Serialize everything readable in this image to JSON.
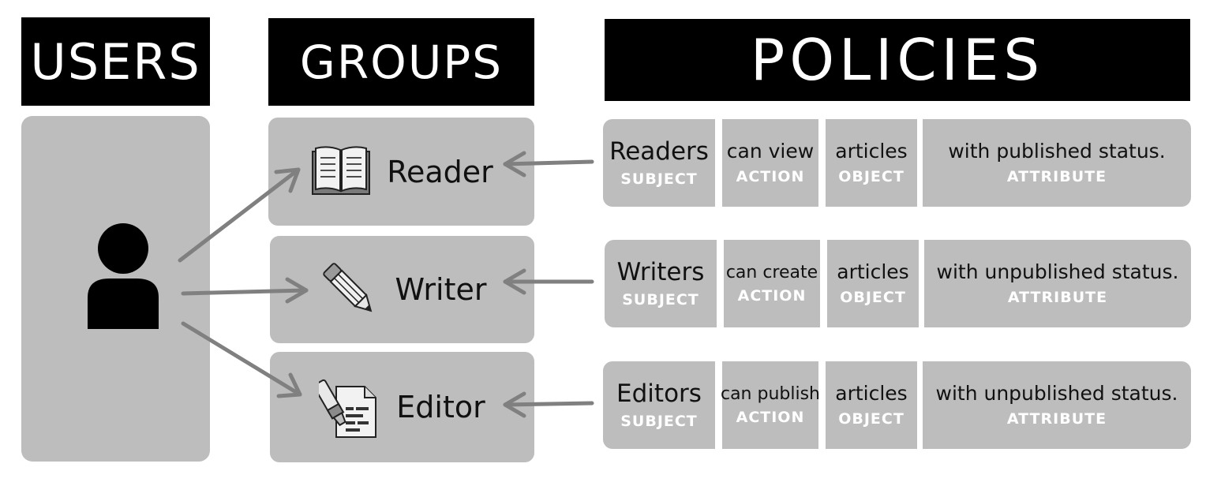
{
  "headers": {
    "users": "USERS",
    "groups": "GROUPS",
    "policies": "POLICIES"
  },
  "groups": [
    {
      "label": "Reader",
      "icon": "open-book-icon"
    },
    {
      "label": "Writer",
      "icon": "pencil-icon"
    },
    {
      "label": "Editor",
      "icon": "highlighter-document-icon"
    }
  ],
  "user_icon": "person-icon",
  "policies": [
    {
      "subject": "Readers",
      "subject_tag": "SUBJECT",
      "action": "can view",
      "action_tag": "ACTION",
      "object": "articles",
      "object_tag": "OBJECT",
      "attribute": "with published status.",
      "attribute_tag": "ATTRIBUTE"
    },
    {
      "subject": "Writers",
      "subject_tag": "SUBJECT",
      "action": "can create",
      "action_tag": "ACTION",
      "object": "articles",
      "object_tag": "OBJECT",
      "attribute": "with unpublished status.",
      "attribute_tag": "ATTRIBUTE"
    },
    {
      "subject": "Editors",
      "subject_tag": "SUBJECT",
      "action": "can publish",
      "action_tag": "ACTION",
      "object": "articles",
      "object_tag": "OBJECT",
      "attribute": "with unpublished status.",
      "attribute_tag": "ATTRIBUTE"
    }
  ],
  "colors": {
    "header_bg": "#000000",
    "panel": "#bdbdbd",
    "arrow": "#808080",
    "tag_text": "#ffffff"
  }
}
